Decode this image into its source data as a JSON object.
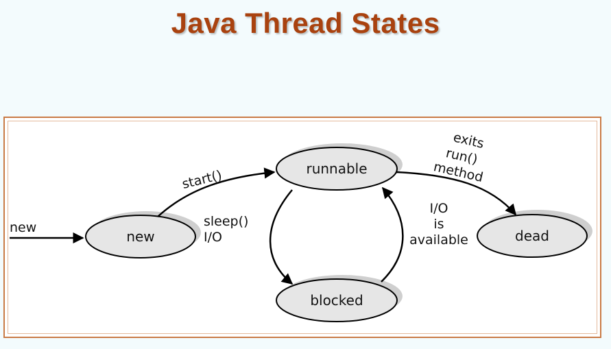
{
  "title": "Java Thread States",
  "states": {
    "new": "new",
    "runnable": "runnable",
    "blocked": "blocked",
    "dead": "dead"
  },
  "transitions": {
    "entry": "new",
    "start": "start()",
    "sleep_1": "sleep()",
    "sleep_2": "I/O",
    "io_1": "I/O",
    "io_2": "is",
    "io_3": "available",
    "exit_1": "exits",
    "exit_2": "run()",
    "exit_3": "method"
  }
}
